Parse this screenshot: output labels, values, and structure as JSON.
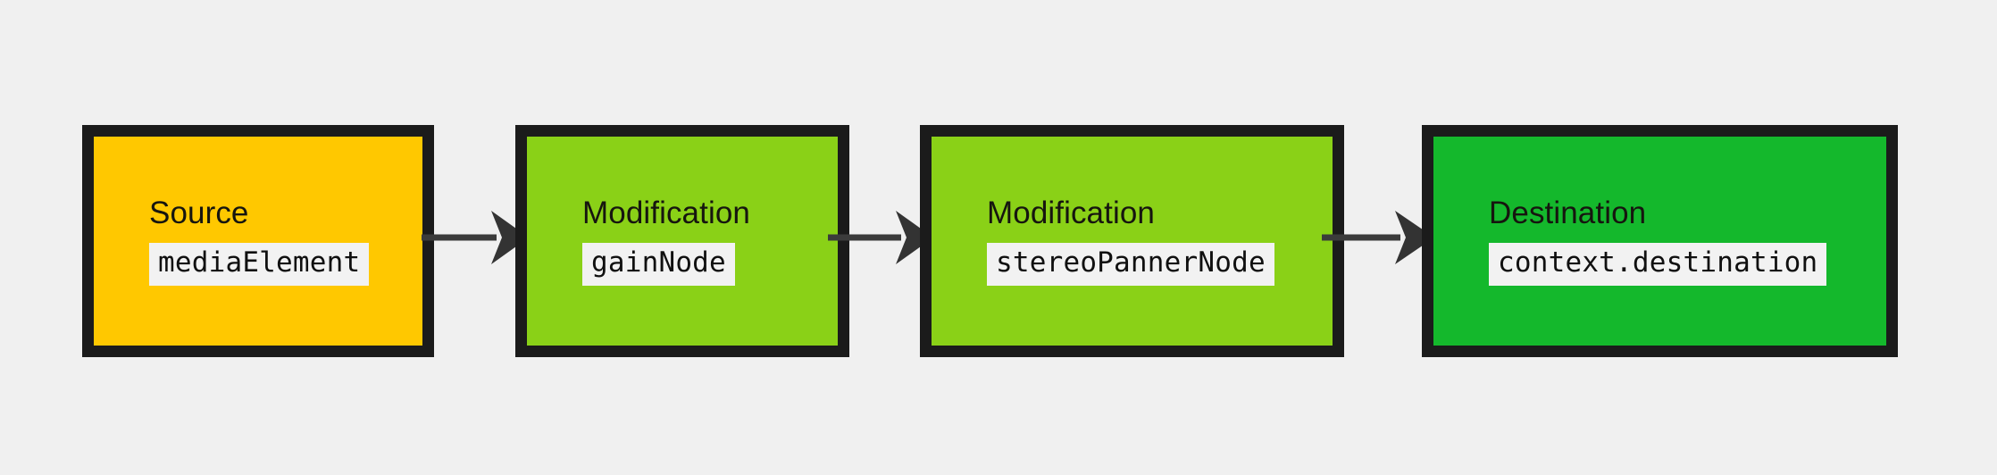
{
  "diagram": {
    "type": "flowchart",
    "direction": "left-to-right",
    "background_color": "#f0f0f0",
    "node_border_color": "#1b1b1b",
    "edge_color": "#3b3b3b",
    "code_label_background": "#f2f2f2",
    "nodes": [
      {
        "id": "source",
        "title": "Source",
        "code": "mediaElement",
        "fill_color": "#ffc800"
      },
      {
        "id": "gain",
        "title": "Modification",
        "code": "gainNode",
        "fill_color": "#8ad117"
      },
      {
        "id": "panner",
        "title": "Modification",
        "code": "stereoPannerNode",
        "fill_color": "#8ad117"
      },
      {
        "id": "destination",
        "title": "Destination",
        "code": "context.destination",
        "fill_color": "#14b82c"
      }
    ],
    "edges": [
      {
        "id": "edge-1",
        "from": "source",
        "to": "gain",
        "arrowhead": "arrow-right-icon"
      },
      {
        "id": "edge-2",
        "from": "gain",
        "to": "panner",
        "arrowhead": "arrow-right-icon"
      },
      {
        "id": "edge-3",
        "from": "panner",
        "to": "destination",
        "arrowhead": "arrow-right-icon"
      }
    ]
  }
}
